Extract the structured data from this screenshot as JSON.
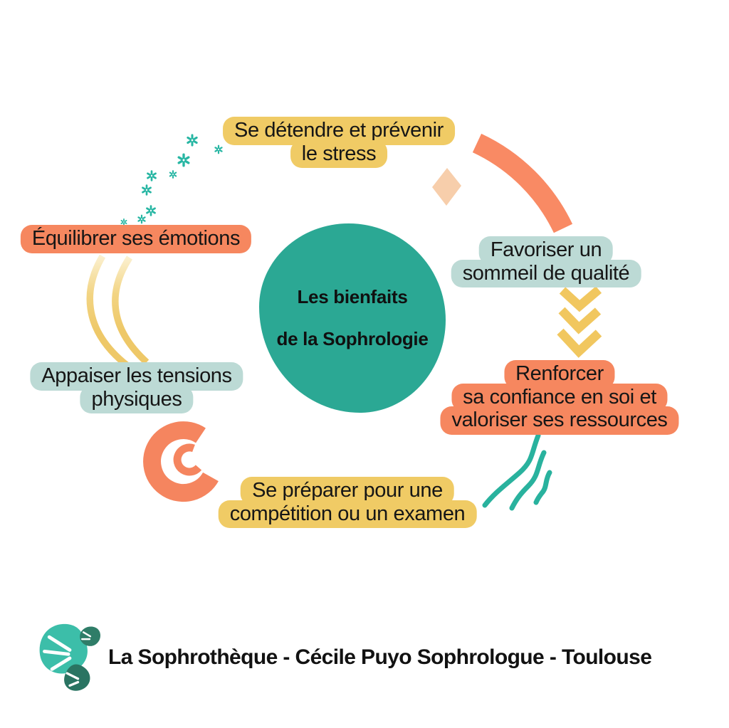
{
  "center_bubble": {
    "line1": "Les bienfaits",
    "line2": "de la Sophrologie"
  },
  "benefits": [
    {
      "id": "detendre",
      "color": "yellow",
      "lines": [
        "Se détendre et prévenir",
        "le stress"
      ]
    },
    {
      "id": "equilibrer",
      "color": "orange",
      "lines": [
        "Équilibrer ses émotions"
      ]
    },
    {
      "id": "favoriser",
      "color": "teal",
      "lines": [
        "Favoriser un",
        "sommeil de qualité"
      ]
    },
    {
      "id": "appaiser",
      "color": "teal",
      "lines": [
        "Appaiser les tensions",
        "physiques"
      ]
    },
    {
      "id": "renforcer",
      "color": "orange",
      "lines": [
        "Renforcer",
        "sa confiance en soi et",
        "valoriser ses ressources"
      ]
    },
    {
      "id": "preparer",
      "color": "yellow",
      "lines": [
        "Se préparer pour une",
        "compétition ou un examen"
      ]
    }
  ],
  "footer": {
    "brand_line": "La Sophrothèque - Cécile Puyo Sophrologue - Toulouse"
  },
  "decor": {
    "elements": [
      "sparkle-trail",
      "arc-connector-orange",
      "diamond-peach",
      "chevron-arrows-down",
      "curve-connector-yellow",
      "half-sun-orange",
      "squiggle-lines-teal",
      "monstera-leaves-logo"
    ]
  },
  "colors": {
    "background": "#FFFFFF",
    "blob_teal": "#2BA894",
    "label_yellow": "#F0CB65",
    "label_orange": "#F6875F",
    "label_light_teal": "#BCDAD5",
    "arc_orange": "#F98A64",
    "chevron_yellow": "#F1C75F",
    "diamond_peach": "#F7CEAB",
    "sparkle_teal": "#27B6A3",
    "squiggle_teal": "#29B29E",
    "leaf_light": "#3CBEA9",
    "leaf_dark": "#2F7D68",
    "text_dark": "#161616"
  }
}
